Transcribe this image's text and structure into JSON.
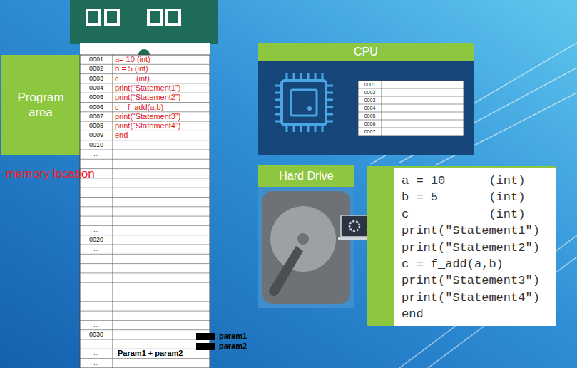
{
  "diagram": {
    "nodes": [
      {
        "text": [
          "Program area"
        ]
      },
      {
        "text": [
          "CPU"
        ]
      },
      {
        "text": [
          "Hard Drive"
        ]
      },
      {
        "text": [
          "a = 10      (int)",
          "b = 5       (int)",
          "c           (int)",
          "print(\"Statement1\")",
          "print(\"Statement2\")",
          "c = f_add(a,b)",
          "print(\"Statement3\")",
          "print(\"Statement4\")",
          "end"
        ]
      }
    ],
    "labels": [
      "0001",
      "0002",
      "0003",
      "0004",
      "0005",
      "0006",
      "0007",
      "0008",
      "0009",
      "0010",
      "...",
      "...",
      "0020",
      "...",
      "...",
      "0030",
      "...",
      "...",
      "a= 10 (int)",
      "b = 5 (int)",
      "c        (int)",
      "print(“Statement1”)",
      "print(“Statement2”)",
      "c = f_add(a,b)",
      "print(“Statement3”)",
      "print(“Statement4”)",
      "end",
      "memory location",
      "param1",
      "param2",
      "Param1 + param2",
      "0001",
      "0002",
      "0003",
      "0004",
      "0005",
      "0006",
      "0007"
    ]
  }
}
